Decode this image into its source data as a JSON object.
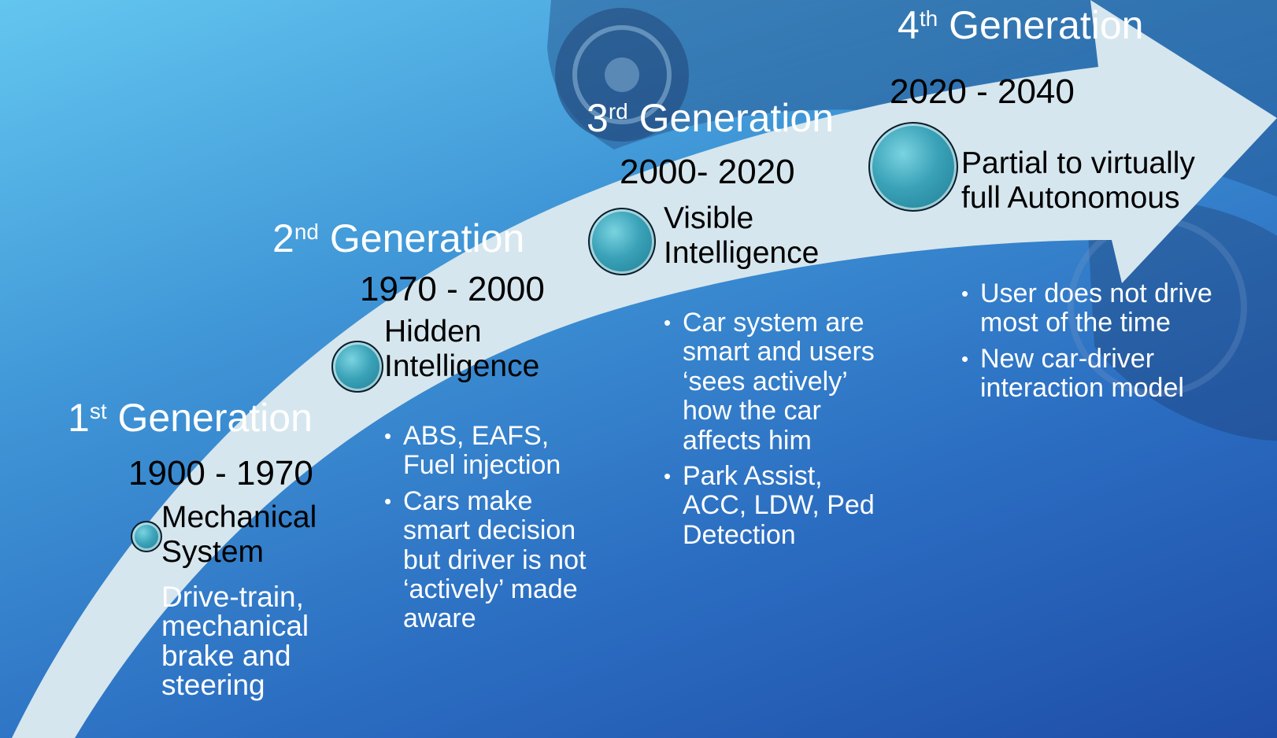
{
  "generations": [
    {
      "number": "1",
      "suffix": "st",
      "word": "Generation",
      "years": "1900 - 1970",
      "label_lines": [
        "Mechanical",
        "System"
      ],
      "detail_lines": [
        "Drive-train,",
        "mechanical",
        "brake and",
        "steering"
      ]
    },
    {
      "number": "2",
      "suffix": "nd",
      "word": "Generation",
      "years": "1970 - 2000",
      "label_lines": [
        "Hidden",
        "Intelligence"
      ],
      "bullets": [
        [
          "ABS, EAFS,",
          "Fuel injection"
        ],
        [
          "Cars make",
          "smart decision",
          "but driver is not",
          "‘actively’ made",
          "aware"
        ]
      ]
    },
    {
      "number": "3",
      "suffix": "rd",
      "word": "Generation",
      "years": "2000- 2020",
      "label_lines": [
        "Visible",
        "Intelligence"
      ],
      "bullets": [
        [
          "Car system are",
          "smart and users",
          "‘sees actively’",
          "how the car",
          "affects him"
        ],
        [
          "Park Assist,",
          "ACC, LDW, Ped",
          "Detection"
        ]
      ]
    },
    {
      "number": "4",
      "suffix": "th",
      "word": "Generation",
      "years": "2020 - 2040",
      "label_lines": [
        "Partial  to virtually",
        "full Autonomous"
      ],
      "bullets": [
        [
          "User does not drive",
          "most of the time"
        ],
        [
          "New car-driver",
          "interaction model"
        ]
      ]
    }
  ],
  "colors": {
    "background_light": "#63c6ef",
    "background_dark": "#1f4ea8",
    "arrow": "#d6e6ee",
    "node": "#3aa2b8"
  }
}
